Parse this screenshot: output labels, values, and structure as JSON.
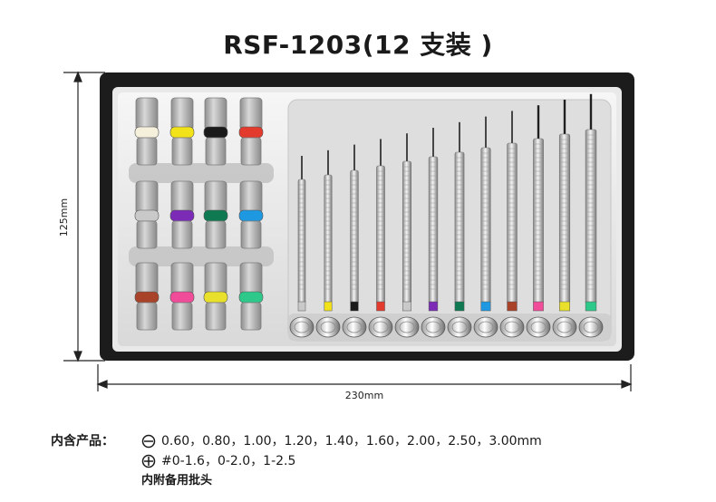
{
  "title": "RSF-1203(12 支装 )",
  "dimensions": {
    "height": "125mm",
    "width": "230mm"
  },
  "contents": {
    "label": "内含产品：",
    "slotted_sizes": "0.60，0.80，1.00，1.20，1.40，1.60，2.00，2.50，3.00mm",
    "phillips_sizes": "#0-1.6，0-2.0，1-2.5",
    "accessory": "内附备用批头"
  },
  "bit_holder_colors": [
    [
      "#f5f0dc",
      "#f2e21a",
      "#1a1a1a",
      "#e23b2e"
    ],
    [
      "#c9c9c9",
      "#7b2bb5",
      "#0f7a52",
      "#1e98e0"
    ],
    [
      "#a8432a",
      "#f04c9a",
      "#e8e02a",
      "#2ec98a"
    ]
  ],
  "screwdriver_band_colors": [
    "#c9c9c9",
    "#f2e21a",
    "#1a1a1a",
    "#e23b2e",
    "#c9c9c9",
    "#7b2bb5",
    "#0f7a52",
    "#1e98e0",
    "#a8432a",
    "#f04c9a",
    "#e8e02a",
    "#2ec98a"
  ]
}
